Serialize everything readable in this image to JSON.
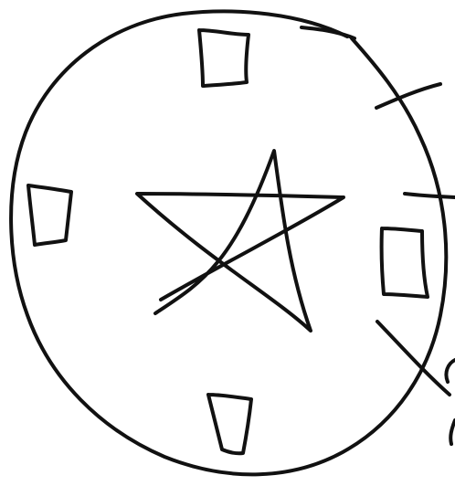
{
  "drawing": {
    "description_tags": [
      "hand-drawn-circle",
      "five-pointed-star",
      "four-small-squares",
      "three-tick-strokes"
    ],
    "ink_color": "#111111",
    "paper_color": "#ffffff",
    "shapes": {
      "outer_circle": "circle",
      "center_star": "star",
      "squares": [
        "square-top",
        "square-left",
        "square-right",
        "square-bottom"
      ],
      "edge_strokes": [
        "tick-top-right",
        "tick-middle-right",
        "tick-bottom-right"
      ],
      "edge_fragments": [
        "fragment-right-lower"
      ]
    }
  }
}
